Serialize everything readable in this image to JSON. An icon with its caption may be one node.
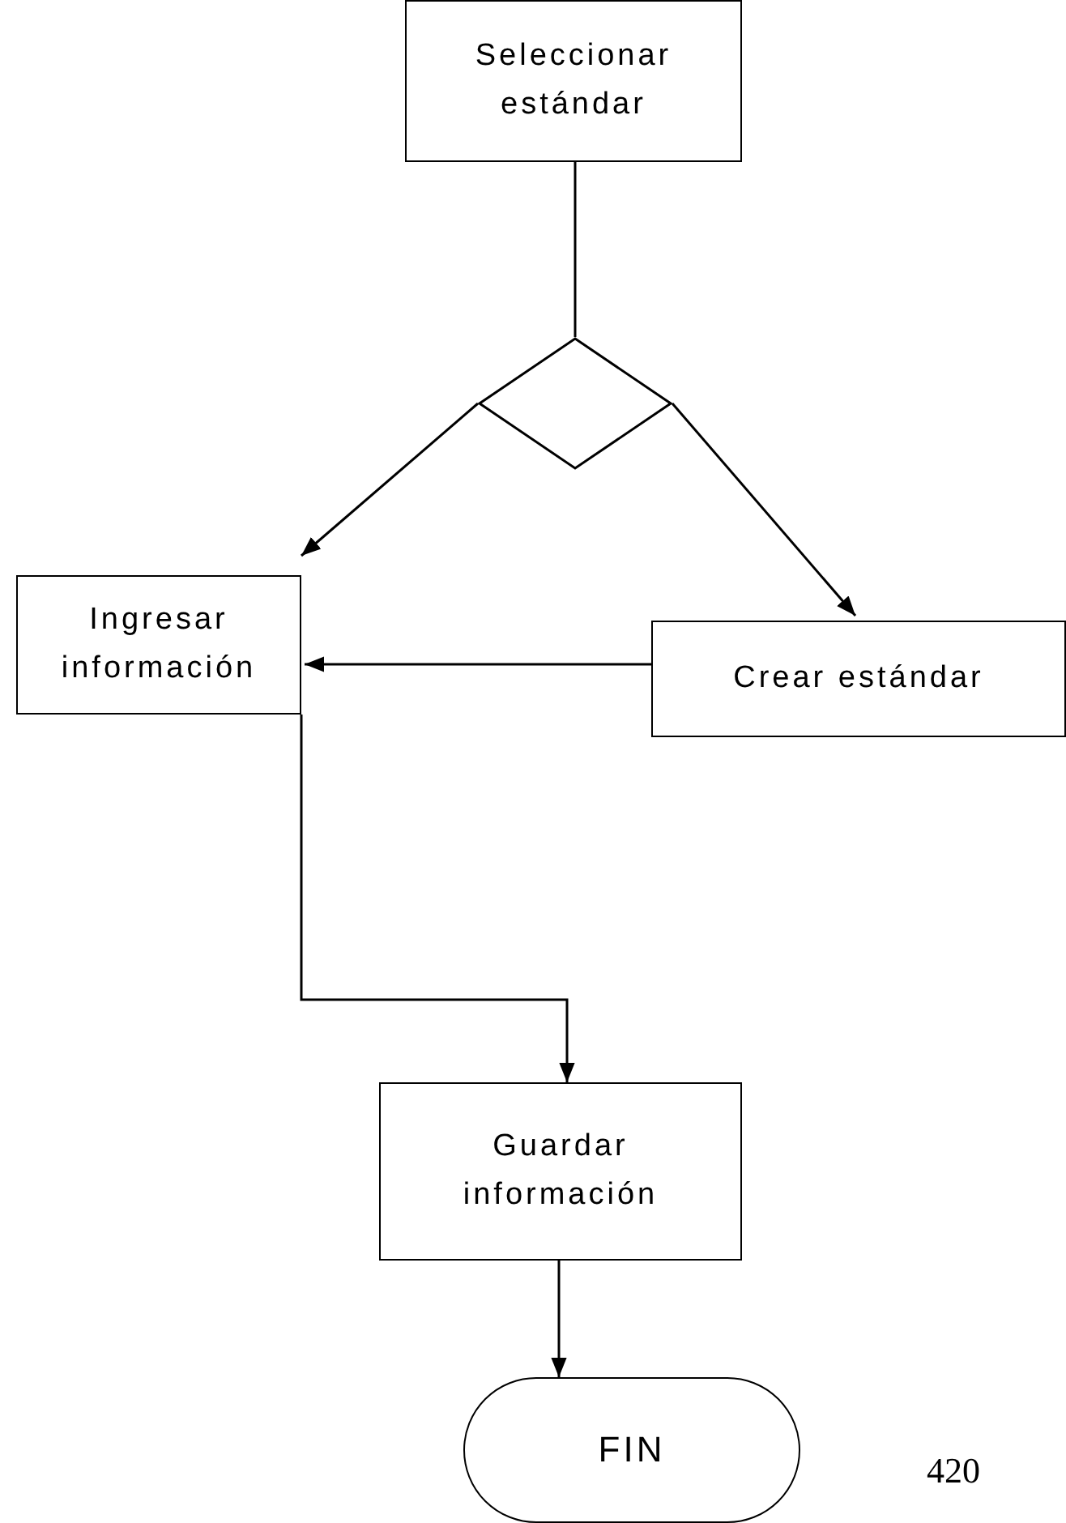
{
  "diagram": {
    "nodes": [
      {
        "text": [
          "Seleccionar estándar"
        ]
      },
      {
        "text": [],
        "shape": "diamond"
      },
      {
        "text": [
          "Ingresar información"
        ]
      },
      {
        "text": [
          "Crear estándar"
        ]
      },
      {
        "text": [
          "Guardar información"
        ]
      },
      {
        "text": [
          "FIN"
        ]
      }
    ],
    "edges": [
      {
        "from": 0,
        "to": 1,
        "arrow": "none"
      },
      {
        "from": 1,
        "to": 2,
        "arrow": "to"
      },
      {
        "from": 1,
        "to": 3,
        "arrow": "to"
      },
      {
        "from": 3,
        "to": 2,
        "arrow": "to"
      },
      {
        "from": 2,
        "to": 4,
        "arrow": "to"
      },
      {
        "from": 4,
        "to": 5,
        "arrow": "to"
      }
    ],
    "labels": [
      "420"
    ]
  }
}
